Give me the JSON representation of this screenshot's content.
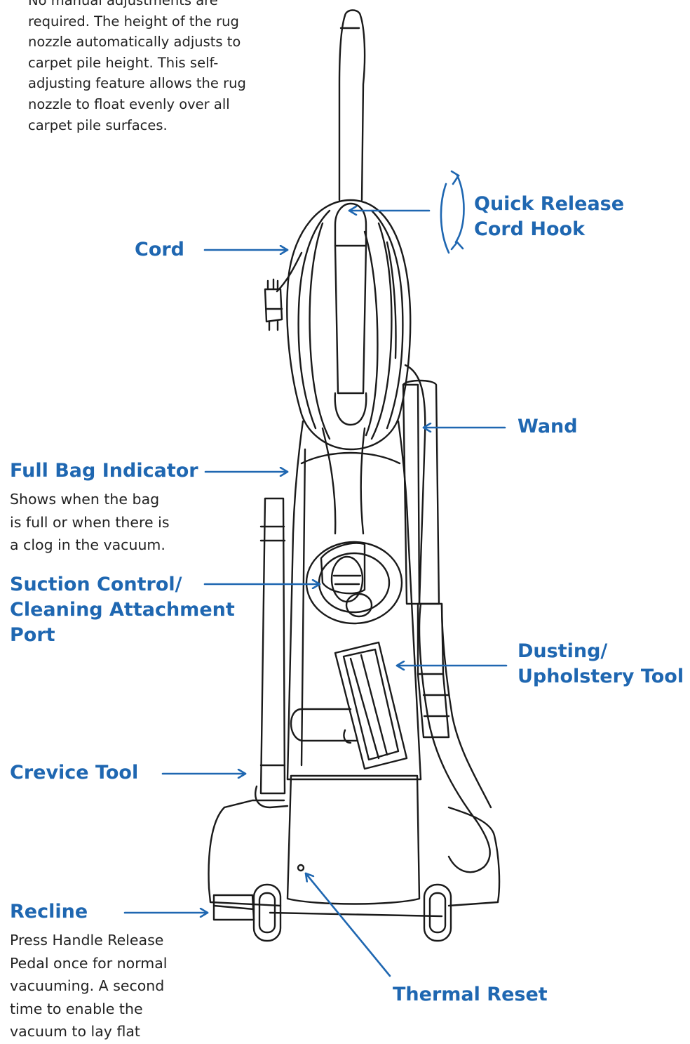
{
  "intro_text": "No manual adjustments are\nrequired. The height of the rug\nnozzle automatically adjusts to\ncarpet pile height. This self-\nadjusting feature allows the rug\nnozzle to float evenly over all\ncarpet pile surfaces.",
  "labels": {
    "quick_release": "Quick Release\nCord Hook",
    "cord": "Cord",
    "wand": "Wand",
    "full_bag": "Full Bag Indicator",
    "suction": "Suction Control/\nCleaning Attachment\nPort",
    "dusting": "Dusting/\nUpholstery Tool",
    "crevice": "Crevice Tool",
    "recline": "Recline",
    "thermal": "Thermal Reset"
  },
  "descriptions": {
    "full_bag": "Shows when the bag\nis full or when there is\na clog in the vacuum.",
    "recline": "Press Handle Release\nPedal once for normal\nvacuuming. A second\ntime to enable the\nvacuum to lay flat"
  },
  "colors": {
    "accent": "#1f67b1",
    "text": "#222222",
    "line_art": "#1a1a1a"
  }
}
